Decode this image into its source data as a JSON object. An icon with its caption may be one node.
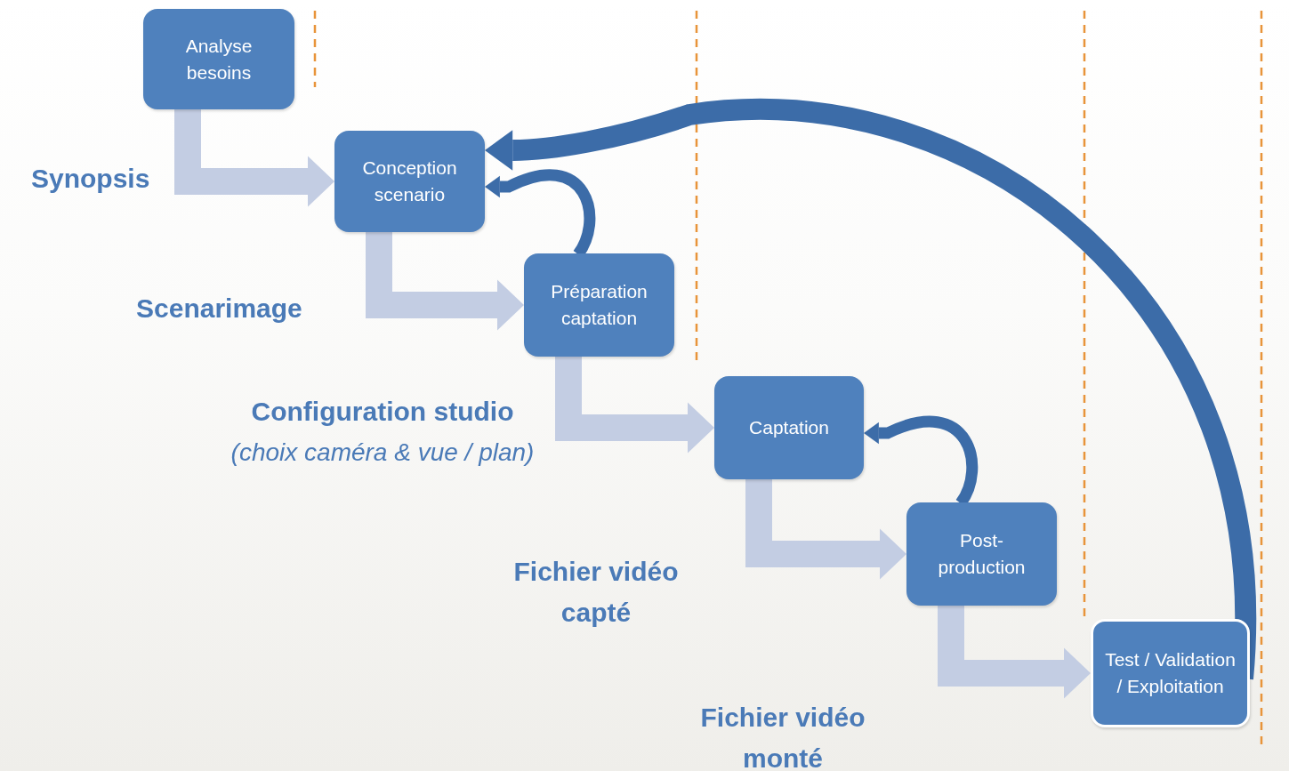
{
  "diagram": {
    "nodes": [
      {
        "text": [
          "Analyse besoins"
        ]
      },
      {
        "text": [
          "Conception scenario"
        ]
      },
      {
        "text": [
          "Préparation captation"
        ]
      },
      {
        "text": [
          "Captation"
        ]
      },
      {
        "text": [
          "Post-production"
        ]
      },
      {
        "text": [
          "Test / Validation / Exploitation"
        ]
      }
    ],
    "edges": [
      {
        "from": 0,
        "to": 1,
        "arrow": "to",
        "label": "Synopsis"
      },
      {
        "from": 1,
        "to": 2,
        "arrow": "to",
        "label": "Scenarimage"
      },
      {
        "from": 2,
        "to": 3,
        "arrow": "to",
        "label": "**Configuration studio** *(choix caméra & vue / plan)*"
      },
      {
        "from": 3,
        "to": 4,
        "arrow": "to",
        "label": "Fichier vidéo capté"
      },
      {
        "from": 4,
        "to": 5,
        "arrow": "to",
        "label": "Fichier vidéo monté"
      },
      {
        "from": 2,
        "to": 1,
        "arrow": "to",
        "color": "#3c6ca8"
      },
      {
        "from": 4,
        "to": 3,
        "arrow": "to",
        "color": "#3c6ca8"
      },
      {
        "from": 5,
        "to": 1,
        "arrow": "to",
        "color": "#3c6ca8"
      }
    ]
  }
}
